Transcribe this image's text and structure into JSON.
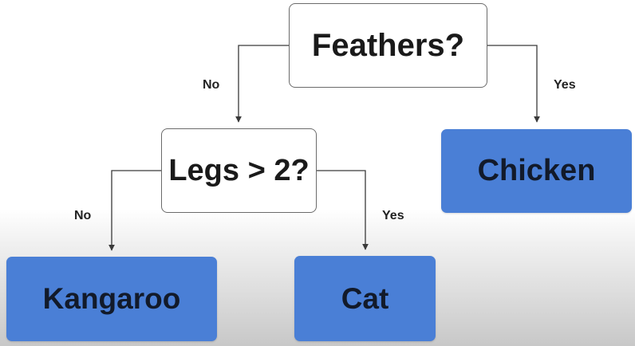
{
  "diagram": {
    "nodes": {
      "feathers": {
        "label": "Feathers?",
        "kind": "question"
      },
      "legs": {
        "label": "Legs > 2?",
        "kind": "question"
      },
      "chicken": {
        "label": "Chicken",
        "kind": "leaf"
      },
      "kangaroo": {
        "label": "Kangaroo",
        "kind": "leaf"
      },
      "cat": {
        "label": "Cat",
        "kind": "leaf"
      }
    },
    "edges": [
      {
        "from": "feathers",
        "to": "legs",
        "label": "No"
      },
      {
        "from": "feathers",
        "to": "chicken",
        "label": "Yes"
      },
      {
        "from": "legs",
        "to": "kangaroo",
        "label": "No"
      },
      {
        "from": "legs",
        "to": "cat",
        "label": "Yes"
      }
    ]
  },
  "colors": {
    "leaf_fill": "#4a7fd6",
    "question_fill": "#ffffff",
    "question_border": "#6b6b6b",
    "connector": "#3a3a3a"
  }
}
